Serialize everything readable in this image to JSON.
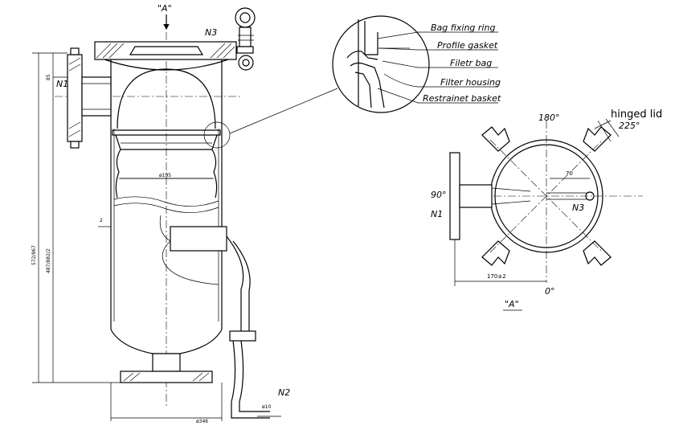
{
  "view_marker": "\"A\"",
  "view_caption": "\"A\"",
  "nozzles": {
    "n1_side": "N1",
    "n1_plan": "N1",
    "n3_side": "N3",
    "n3_plan": "N3",
    "n2": "N2"
  },
  "callouts": [
    "Bag fixing ring",
    "Profile gasket",
    "Filetr bag",
    "Filter housing",
    "Restrainet basket"
  ],
  "plan_view": {
    "angle_top": "180°",
    "angle_left": "90°",
    "angle_bottom": "0°",
    "angle_diag": "225°",
    "hinged_label": "hinged lid",
    "dim_70": "70",
    "dim_170": "170±2"
  },
  "dimensions": {
    "height_total": "572/967",
    "height_inner": "487/882/2",
    "top_offset": "85",
    "basket_dia": "ø195",
    "wall": "2",
    "base_dia": "ø346",
    "drain_dia": "ø10"
  }
}
